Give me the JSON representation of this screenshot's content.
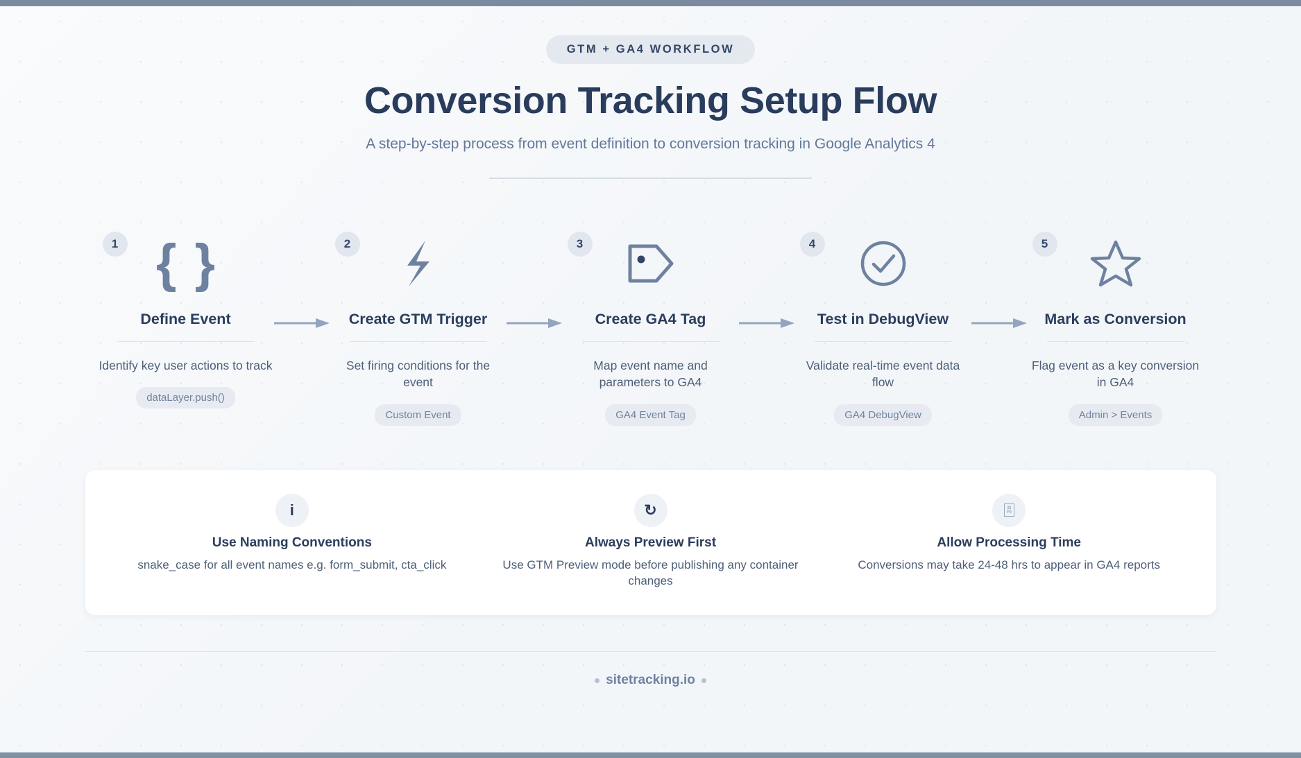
{
  "header": {
    "eyebrow": "GTM + GA4 WORKFLOW",
    "title": "Conversion Tracking Setup Flow",
    "subtitle": "A step-by-step process from event definition to conversion tracking in Google Analytics 4"
  },
  "steps": [
    {
      "number": "1",
      "icon": "curly-braces-icon",
      "title": "Define Event",
      "description": "Identify key user actions to track",
      "chip": "dataLayer.push()"
    },
    {
      "number": "2",
      "icon": "lightning-bolt-icon",
      "title": "Create GTM Trigger",
      "description": "Set firing conditions for the event",
      "chip": "Custom Event"
    },
    {
      "number": "3",
      "icon": "tag-icon",
      "title": "Create GA4 Tag",
      "description": "Map event name and parameters to GA4",
      "chip": "GA4 Event Tag"
    },
    {
      "number": "4",
      "icon": "check-circle-icon",
      "title": "Test in DebugView",
      "description": "Validate real-time event data flow",
      "chip": "GA4 DebugView"
    },
    {
      "number": "5",
      "icon": "star-icon",
      "title": "Mark as Conversion",
      "description": "Flag event as a key conversion in GA4",
      "chip": "Admin > Events"
    }
  ],
  "tips": [
    {
      "icon": "info-icon",
      "glyph": "i",
      "title": "Use Naming Conventions",
      "description": "snake_case for all event names e.g. form_submit, cta_click"
    },
    {
      "icon": "refresh-icon",
      "glyph": "↻",
      "title": "Always Preview First",
      "description": "Use GTM Preview mode before publishing any container changes"
    },
    {
      "icon": "missing-glyph-icon",
      "glyph": "",
      "title": "Allow Processing Time",
      "description": "Conversions may take 24-48 hrs to appear in GA4 reports"
    }
  ],
  "footer": {
    "brand": "sitetracking.io"
  },
  "colors": {
    "topbar": "#7c8aa1",
    "title": "#2a3c5c",
    "subtitle": "#63789a",
    "icon": "#6e82a0",
    "chip_bg": "#e7ebf1",
    "background": "#f3f6f9"
  }
}
